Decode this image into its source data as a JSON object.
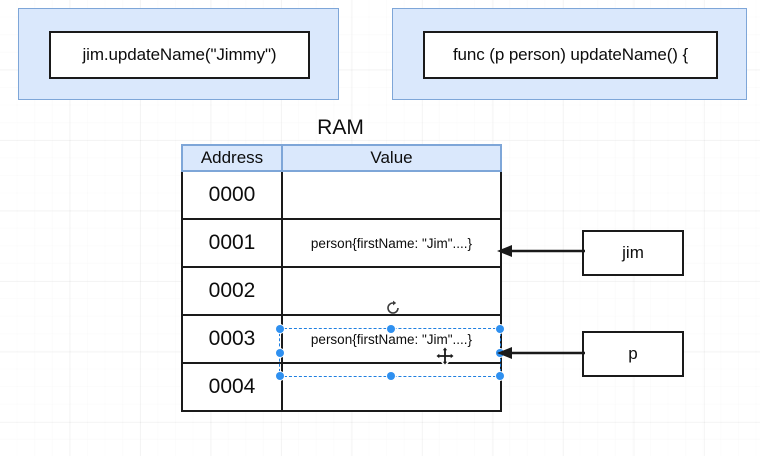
{
  "diagram": {
    "title_label": "RAM",
    "code_frames": [
      {
        "name": "call-site",
        "text": "jim.updateName(\"Jimmy\")"
      },
      {
        "name": "func-decl",
        "text": "func (p person) updateName() {"
      }
    ],
    "table": {
      "columns": [
        "Address",
        "Value"
      ],
      "rows": [
        {
          "address": "0000",
          "value": ""
        },
        {
          "address": "0001",
          "value": "person{firstName: \"Jim\"....}"
        },
        {
          "address": "0002",
          "value": ""
        },
        {
          "address": "0003",
          "value": "person{firstName: \"Jim\"....}"
        },
        {
          "address": "0004",
          "value": ""
        }
      ]
    },
    "variable_boxes": [
      {
        "name": "jim",
        "label": "jim",
        "points_to": "0001"
      },
      {
        "name": "p",
        "label": "p",
        "points_to": "0003"
      }
    ],
    "selection": {
      "selected_row_address": "0003",
      "selected_cell": "value",
      "rotate_icon": "rotate-handle-icon",
      "cursor_icon": "move-cursor-icon"
    },
    "colors": {
      "highlight_fill": "#dae8fc",
      "highlight_stroke": "#7ea6d8",
      "stroke": "#1a1a1a",
      "selection": "#2f90f0",
      "canvas": "#ffffff"
    }
  }
}
